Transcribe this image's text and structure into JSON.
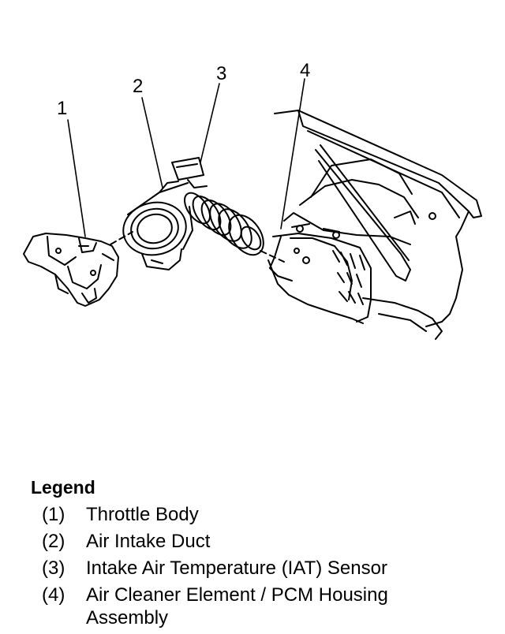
{
  "callouts": [
    "1",
    "2",
    "3",
    "4"
  ],
  "legend": {
    "title": "Legend",
    "items": [
      {
        "num": "(1)",
        "text": "Throttle Body"
      },
      {
        "num": "(2)",
        "text": "Air Intake Duct"
      },
      {
        "num": "(3)",
        "text": "Intake Air Temperature (IAT) Sensor"
      },
      {
        "num": "(4)",
        "text": "Air Cleaner Element / PCM Housing Assembly"
      }
    ]
  }
}
